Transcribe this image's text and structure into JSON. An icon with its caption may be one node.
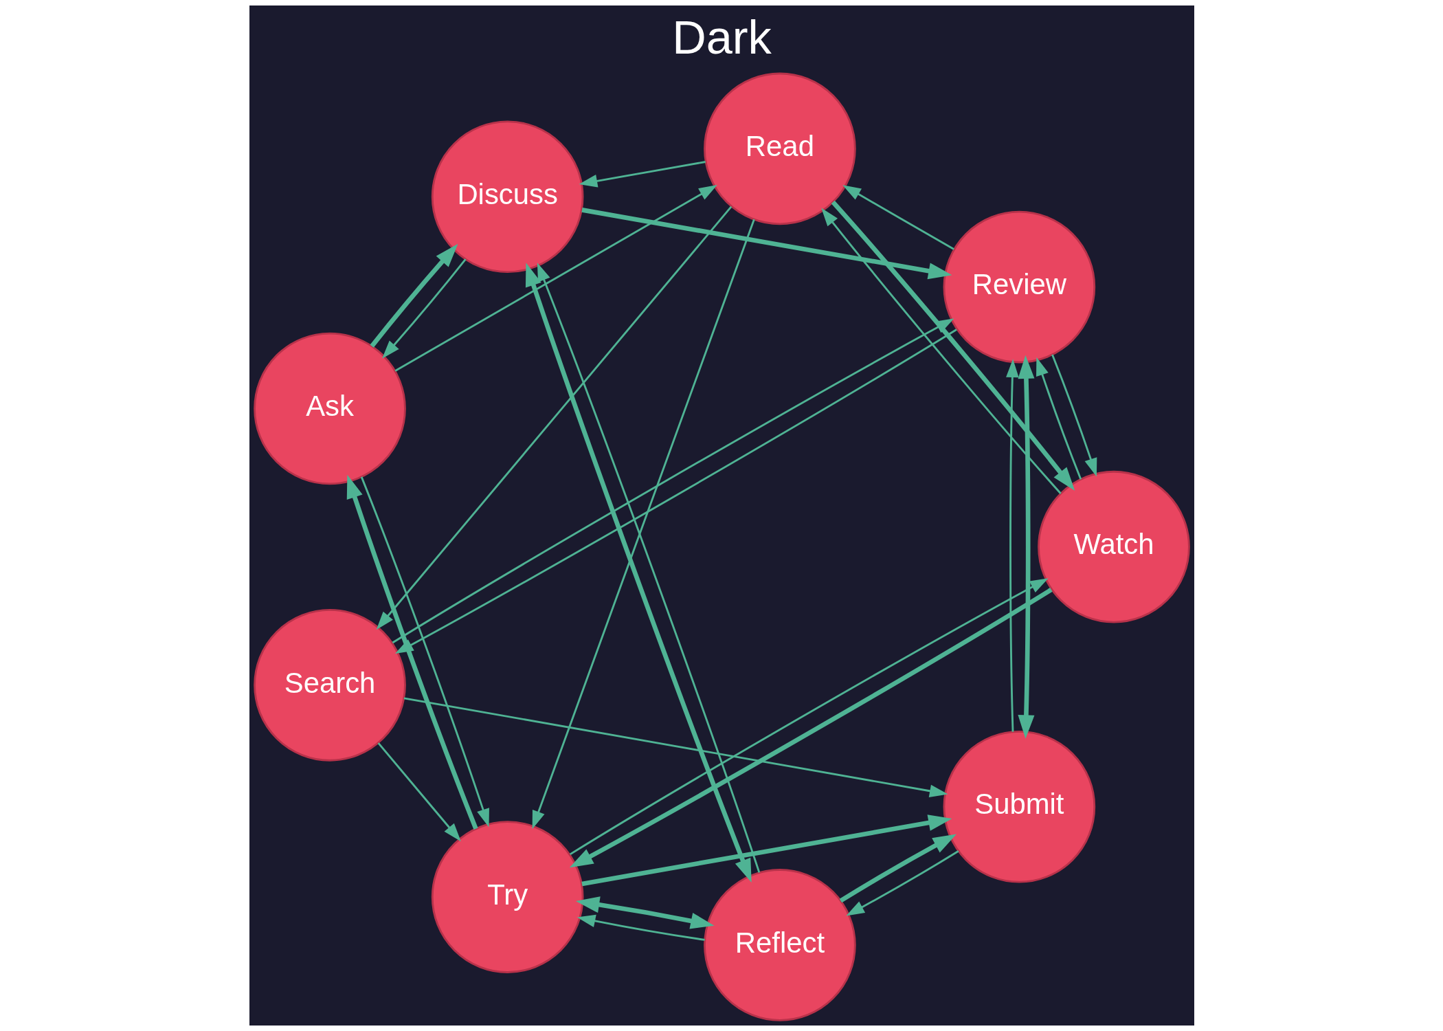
{
  "diagram": {
    "title": "Dark",
    "nodes": [
      {
        "text": [
          "Submit"
        ]
      },
      {
        "text": [
          "Reflect"
        ]
      },
      {
        "text": [
          "Read"
        ]
      },
      {
        "text": [
          "Search"
        ]
      },
      {
        "text": [
          "Watch"
        ]
      },
      {
        "text": [
          "Review"
        ]
      },
      {
        "text": [
          "Try"
        ]
      },
      {
        "text": [
          "Discuss"
        ]
      },
      {
        "text": [
          "Ask"
        ]
      }
    ],
    "edges": [
      {
        "from": 1,
        "to": 0,
        "arrow": "to",
        "style": "thick"
      },
      {
        "from": 0,
        "to": 1,
        "arrow": "to"
      },
      {
        "from": 3,
        "to": 0,
        "arrow": "to"
      },
      {
        "from": 5,
        "to": 0,
        "arrow": "both",
        "style": "thick"
      },
      {
        "from": 0,
        "to": 5,
        "arrow": "to"
      },
      {
        "from": 1,
        "to": 7,
        "arrow": "both",
        "style": "thick"
      },
      {
        "from": 1,
        "to": 7,
        "arrow": "to"
      },
      {
        "from": 6,
        "to": 1,
        "arrow": "both",
        "style": "thick"
      },
      {
        "from": 1,
        "to": 6,
        "arrow": "to"
      },
      {
        "from": 2,
        "to": 3,
        "arrow": "to"
      },
      {
        "from": 3,
        "to": 6,
        "arrow": "to"
      },
      {
        "from": 5,
        "to": 3,
        "arrow": "to"
      },
      {
        "from": 3,
        "to": 5,
        "arrow": "to"
      },
      {
        "from": 5,
        "to": 2,
        "arrow": "to"
      },
      {
        "from": 2,
        "to": 7,
        "arrow": "to"
      },
      {
        "from": 8,
        "to": 2,
        "arrow": "to"
      },
      {
        "from": 2,
        "to": 6,
        "arrow": "to"
      },
      {
        "from": 2,
        "to": 4,
        "arrow": "to",
        "style": "thick"
      },
      {
        "from": 4,
        "to": 2,
        "arrow": "to"
      },
      {
        "from": 4,
        "to": 6,
        "arrow": "to",
        "style": "thick"
      },
      {
        "from": 6,
        "to": 4,
        "arrow": "to"
      },
      {
        "from": 6,
        "to": 0,
        "arrow": "to",
        "style": "thick"
      },
      {
        "from": 5,
        "to": 4,
        "arrow": "to"
      },
      {
        "from": 4,
        "to": 5,
        "arrow": "to"
      },
      {
        "from": 7,
        "to": 5,
        "arrow": "to",
        "style": "thick"
      },
      {
        "from": 7,
        "to": 8,
        "arrow": "to"
      },
      {
        "from": 8,
        "to": 7,
        "arrow": "to",
        "style": "thick"
      },
      {
        "from": 8,
        "to": 6,
        "arrow": "to"
      },
      {
        "from": 6,
        "to": 8,
        "arrow": "to",
        "style": "thick"
      }
    ]
  }
}
